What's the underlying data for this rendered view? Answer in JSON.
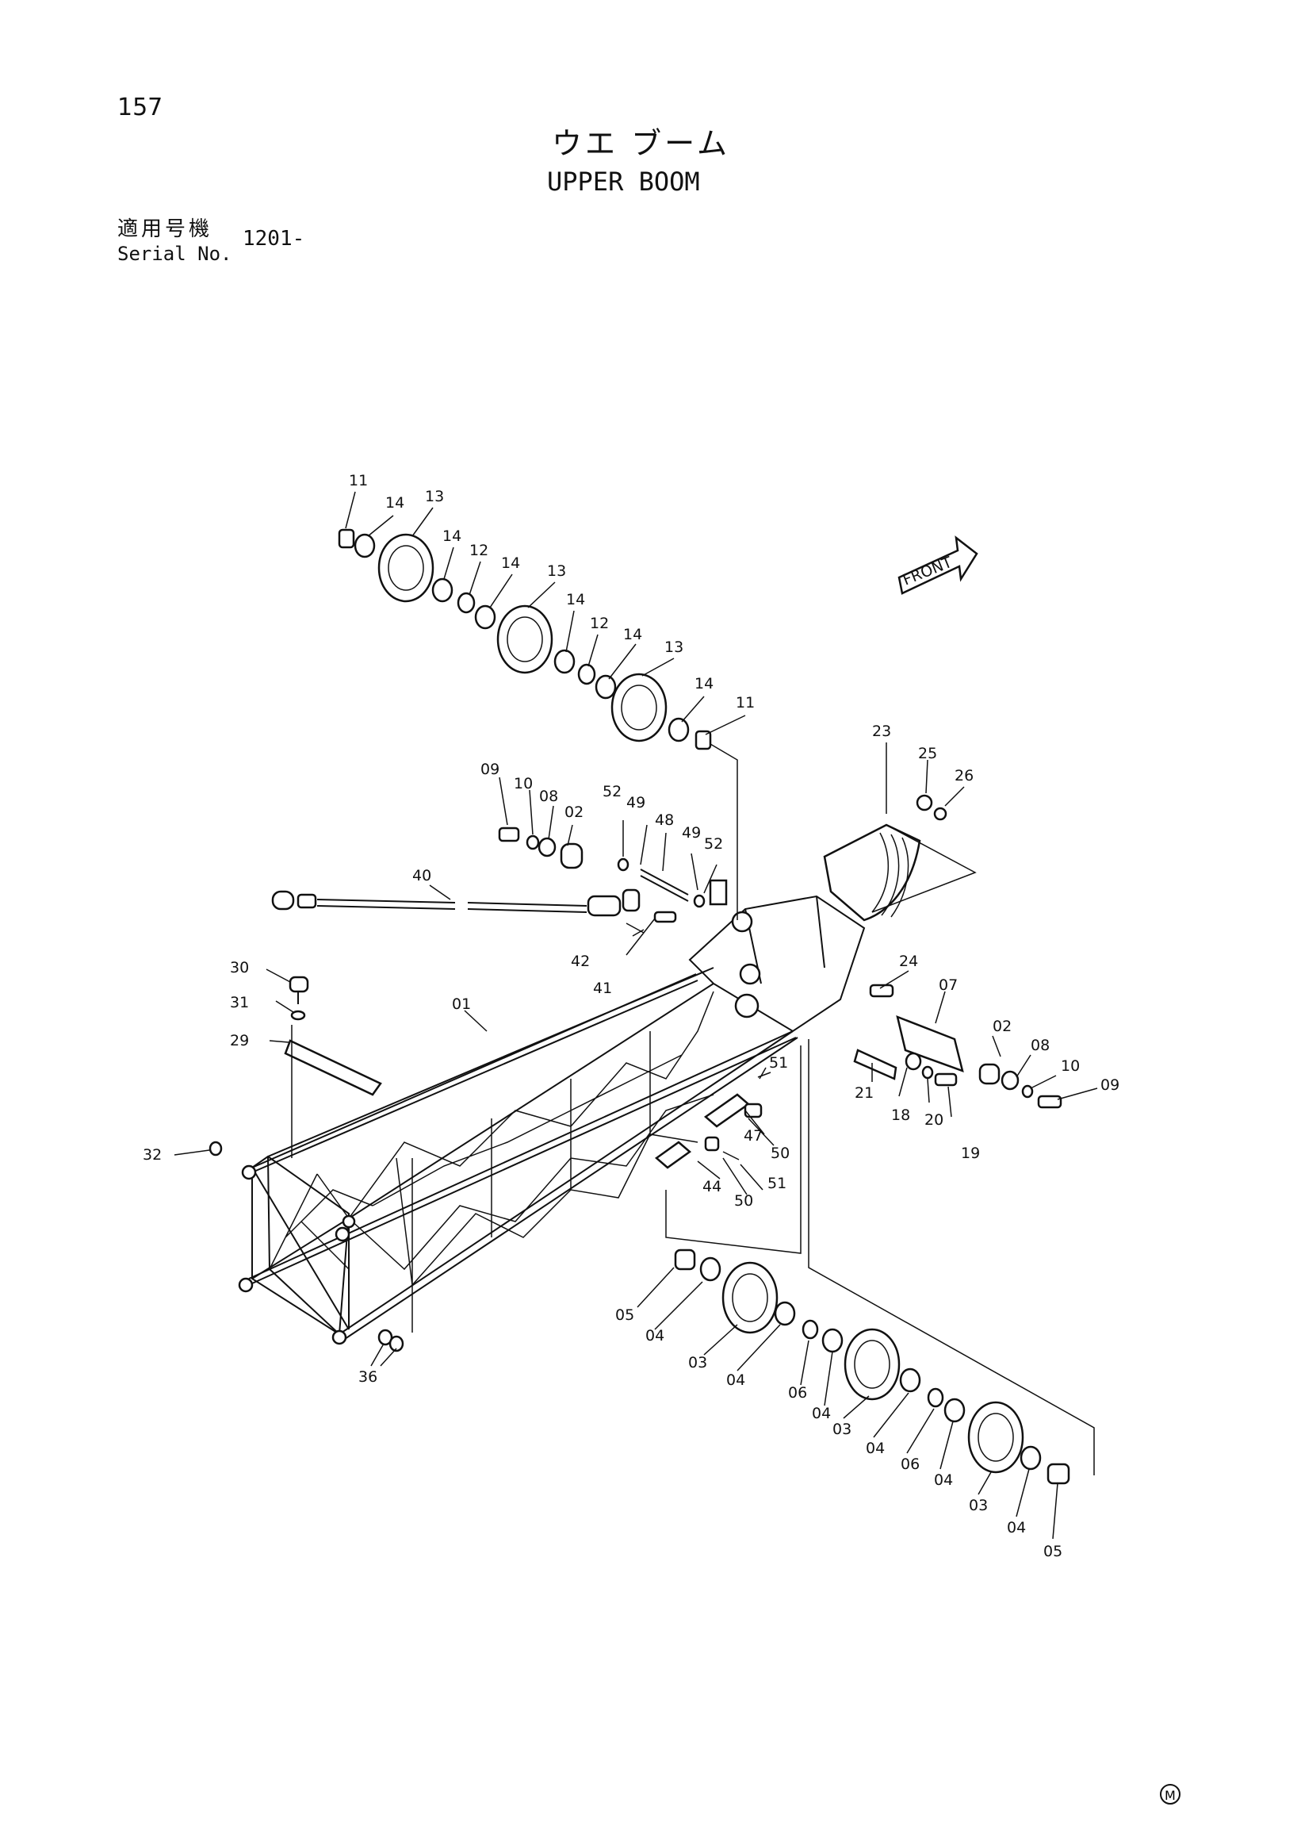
{
  "header": {
    "page_number": "157",
    "title_jp": "ウエ ブーム",
    "title_en": "UPPER BOOM",
    "serial_label_jp": "適用号機",
    "serial_label_en": "Serial No.",
    "serial_value": "1201-"
  },
  "front_arrow": "FRONT",
  "mark": "M",
  "callouts": {
    "c11a": "11",
    "c14a": "14",
    "c13a": "13",
    "c14b": "14",
    "c12a": "12",
    "c14c": "14",
    "c13b": "13",
    "c14d": "14",
    "c12b": "12",
    "c14e": "14",
    "c13c": "13",
    "c14f": "14",
    "c11b": "11",
    "c23": "23",
    "c25": "25",
    "c26": "26",
    "c09a": "09",
    "c10a": "10",
    "c08a": "08",
    "c02a": "02",
    "c52a": "52",
    "c49a": "49",
    "c48": "48",
    "c49b": "49",
    "c52b": "52",
    "c40": "40",
    "c42": "42",
    "c41": "41",
    "c30": "30",
    "c31": "31",
    "c01": "01",
    "c29": "29",
    "c32": "32",
    "c24": "24",
    "c07": "07",
    "c02b": "02",
    "c08b": "08",
    "c10b": "10",
    "c09b": "09",
    "c21": "21",
    "c18": "18",
    "c20": "20",
    "c19": "19",
    "c51a": "51",
    "c47": "47",
    "c50a": "50",
    "c44": "44",
    "c50b": "50",
    "c51b": "51",
    "c05a": "05",
    "c04a": "04",
    "c03a": "03",
    "c04b": "04",
    "c06a": "06",
    "c04c": "04",
    "c03b": "03",
    "c04d": "04",
    "c06b": "06",
    "c04e": "04",
    "c03c": "03",
    "c04f": "04",
    "c05b": "05",
    "c36": "36"
  }
}
